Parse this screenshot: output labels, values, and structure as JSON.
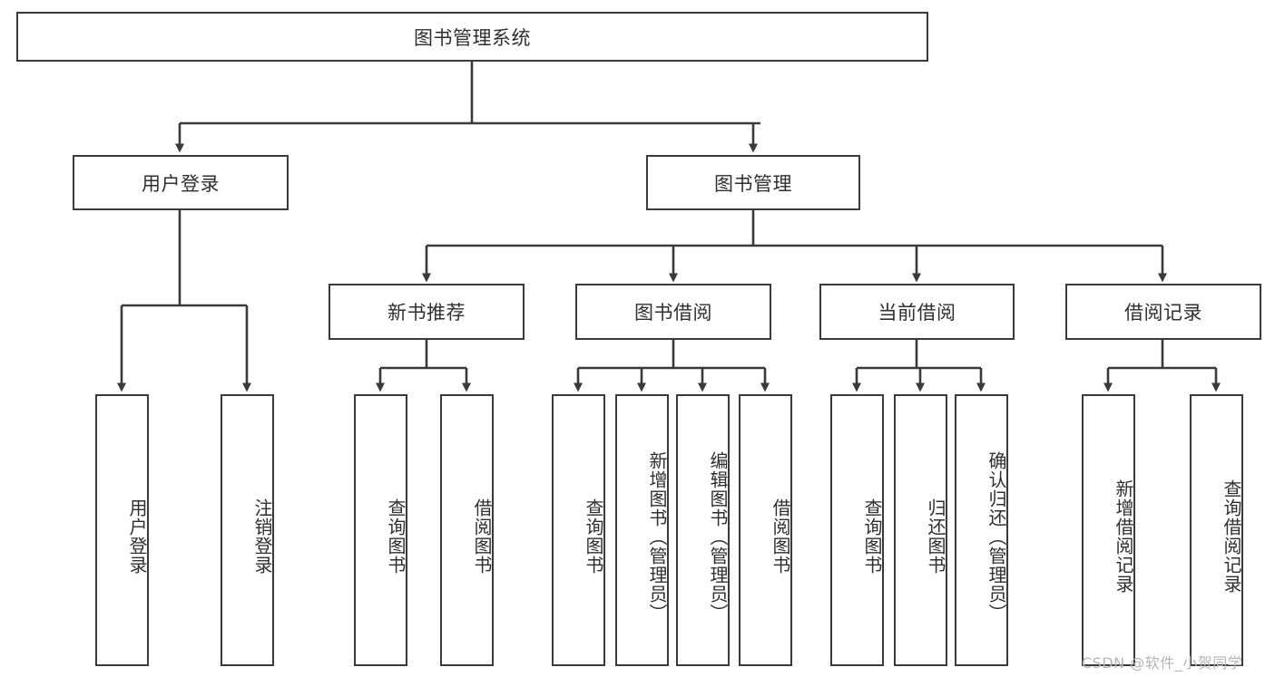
{
  "diagram": {
    "title": "图书管理系统",
    "root": {
      "label": "图书管理系统"
    },
    "level1": [
      {
        "label": "用户登录"
      },
      {
        "label": "图书管理"
      }
    ],
    "level2": [
      {
        "label": "新书推荐"
      },
      {
        "label": "图书借阅"
      },
      {
        "label": "当前借阅"
      },
      {
        "label": "借阅记录"
      }
    ],
    "leaves": {
      "user_login": [
        {
          "label": "用户登录"
        },
        {
          "label": "注销登录"
        }
      ],
      "new_book_recommend": [
        {
          "label": "查询图书"
        },
        {
          "label": "借阅图书"
        }
      ],
      "book_borrow": [
        {
          "label": "查询图书"
        },
        {
          "label": "新增图书（管理员）"
        },
        {
          "label": "编辑图书（管理员）"
        },
        {
          "label": "借阅图书"
        }
      ],
      "current_borrow": [
        {
          "label": "查询图书"
        },
        {
          "label": "归还图书"
        },
        {
          "label": "确认归还（管理员）"
        }
      ],
      "borrow_record": [
        {
          "label": "新增借阅记录"
        },
        {
          "label": "查询借阅记录"
        }
      ]
    }
  },
  "watermark": {
    "text": "CSDN @软件_小贺同学"
  },
  "colors": {
    "line": "#3a3a3a",
    "box_border": "#3a3a3a",
    "text": "#2f2f2f",
    "background": "#ffffff",
    "watermark": "#b4b4b4"
  }
}
